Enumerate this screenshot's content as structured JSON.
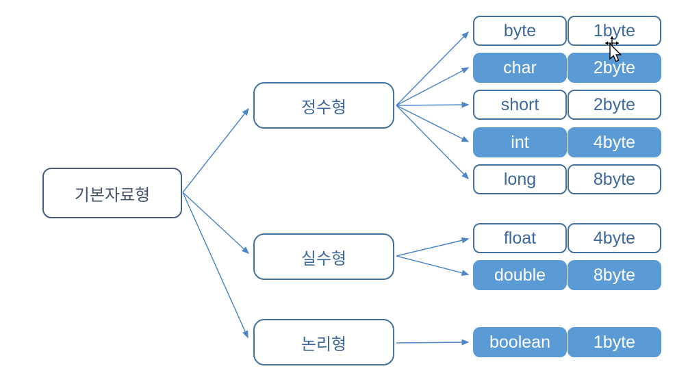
{
  "root": {
    "label": "기본자료형"
  },
  "categories": [
    {
      "label": "정수형"
    },
    {
      "label": "실수형"
    },
    {
      "label": "논리형"
    }
  ],
  "types": [
    {
      "name": "byte",
      "size": "1byte",
      "highlighted": false
    },
    {
      "name": "char",
      "size": "2byte",
      "highlighted": true
    },
    {
      "name": "short",
      "size": "2byte",
      "highlighted": false
    },
    {
      "name": "int",
      "size": "4byte",
      "highlighted": true
    },
    {
      "name": "long",
      "size": "8byte",
      "highlighted": false
    },
    {
      "name": "float",
      "size": "4byte",
      "highlighted": false
    },
    {
      "name": "double",
      "size": "8byte",
      "highlighted": true
    },
    {
      "name": "boolean",
      "size": "1byte",
      "highlighted": true
    }
  ],
  "colors": {
    "highlight_fill": "#5B9BD5",
    "box_border": "#41719C",
    "box_text": "#3E689B",
    "root_border": "#485C80",
    "root_text": "#44546A",
    "connector": "#4F86C6"
  }
}
